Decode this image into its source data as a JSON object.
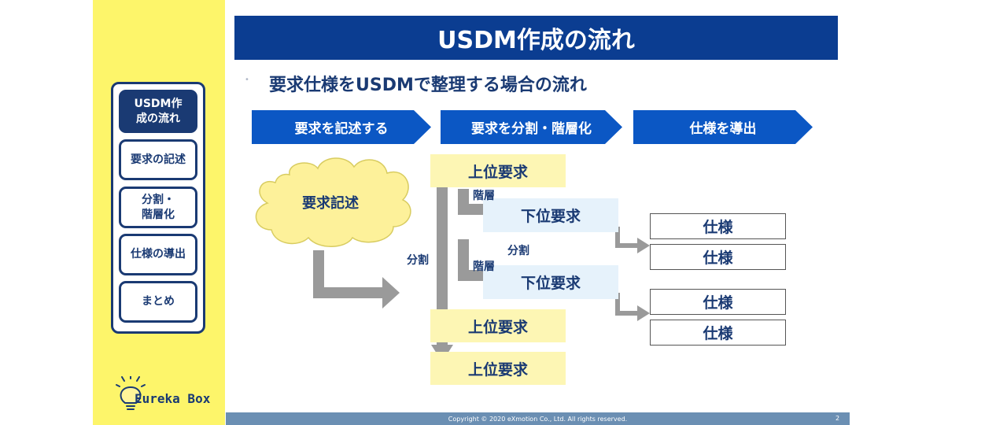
{
  "sidebar": {
    "items": [
      {
        "label": "USDM作\n成の流れ",
        "active": true
      },
      {
        "label": "要求の記述",
        "active": false
      },
      {
        "label": "分割・\n階層化",
        "active": false
      },
      {
        "label": "仕様の導出",
        "active": false
      },
      {
        "label": "まとめ",
        "active": false
      }
    ],
    "logo_text": "Eureka Box"
  },
  "title": "USDM作成の流れ",
  "subtitle": "要求仕様をUSDMで整理する場合の流れ",
  "steps": [
    "要求を記述する",
    "要求を分割・階層化",
    "仕様を導出"
  ],
  "diagram": {
    "cloud_label": "要求記述",
    "upper_req": "上位要求",
    "lower_req": "下位要求",
    "spec": "仕様",
    "label_hierarchy": "階層",
    "label_split": "分割"
  },
  "footer": {
    "copyright": "Copyright © 2020 eXmotion Co., Ltd. All rights reserved.",
    "page": "2"
  },
  "colors": {
    "title_bg": "#0b3d91",
    "chevron_bg": "#0b57c4",
    "sidebar_bg": "#fdf56a",
    "nav_dark": "#1a3a73",
    "upper_box": "#fdf6b4",
    "lower_box": "#e6f2fb",
    "cloud": "#fdf19a",
    "arrow": "#9a9a9a",
    "footer_bg": "#6b8fb3"
  }
}
